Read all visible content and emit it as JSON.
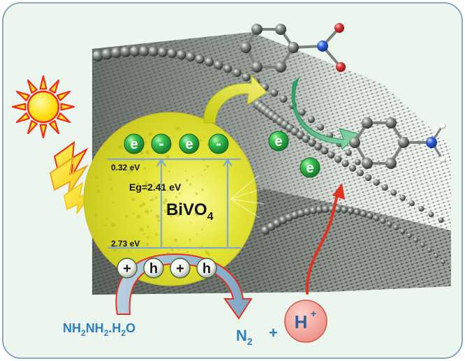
{
  "figure": {
    "electron_symbol": "e",
    "minus_symbol": "-",
    "hole_symbol": "h",
    "plus_symbol": "+",
    "cb_energy": "0.32 eV",
    "vb_energy": "2.73 eV",
    "band_gap": "Eg=2.41 eV",
    "catalyst_main": "BiVO",
    "catalyst_sub": "4",
    "reagent": {
      "p1": "NH",
      "s1": "2",
      "p2": "NH",
      "s2": "2",
      "p3": ".H",
      "s3": "2",
      "p4": "O"
    },
    "n2_main": "N",
    "n2_sub": "2",
    "plus_sign": "+",
    "proton_main": "H",
    "proton_sup": "+"
  },
  "colors": {
    "panel_fill": "#edf6ee",
    "panel_border": "#7d9fb8",
    "sphere": "#dede3a",
    "band_line": "#7ea9cc",
    "electron_ball": "#34b24a",
    "reagent_text": "#2b7fc0",
    "proton_ball": "#f4a8a0",
    "red_arrow": "#e23322",
    "graphene": "#5f6560",
    "sun": "#ffe21c",
    "sun_rays": "#f2281a"
  },
  "icons": [
    "sun-icon",
    "lightning-bolt-icon",
    "nitrobenzene-molecule",
    "aniline-molecule",
    "graphene-sheet"
  ]
}
